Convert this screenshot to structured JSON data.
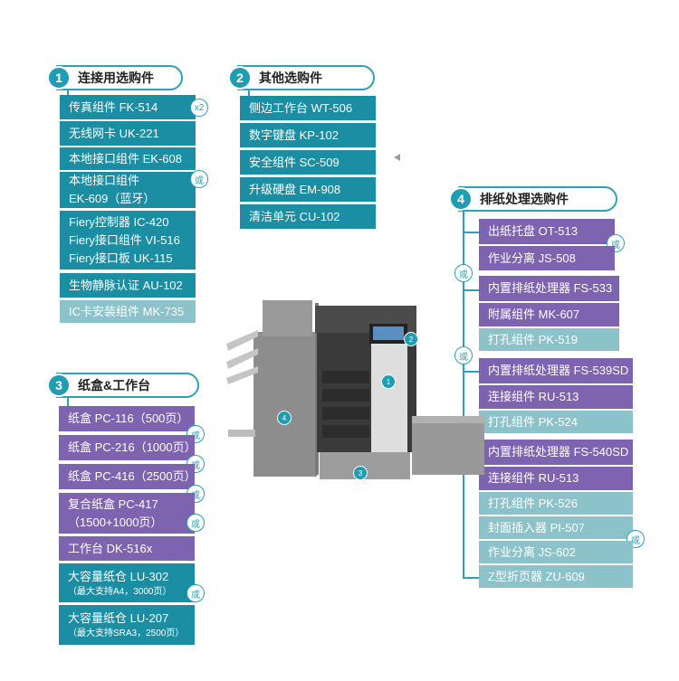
{
  "groups": {
    "g1": {
      "num": "1",
      "title": "连接用选购件",
      "items": [
        "传真组件  FK-514",
        "无线网卡  UK-221",
        "本地接口组件  EK-608",
        "本地接口组件",
        "EK-609（蓝牙）",
        "Fiery控制器  IC-420",
        "Fiery接口组件  VI-516",
        "Fiery接口板  UK-115",
        "生物静脉认证  AU-102",
        "IC卡安装组件  MK-735"
      ],
      "x2": "x2"
    },
    "g2": {
      "num": "2",
      "title": "其他选购件",
      "items": [
        "侧边工作台  WT-506",
        "数字键盘  KP-102",
        "安全组件  SC-509",
        "升级硬盘  EM-908",
        "清洁单元  CU-102"
      ]
    },
    "g3": {
      "num": "3",
      "title": "纸盒&工作台",
      "items": [
        "纸盒  PC-116（500页）",
        "纸盒  PC-216（1000页）",
        "纸盒  PC-416（2500页）",
        "复合纸盒  PC-417",
        "（1500+1000页）",
        "工作台  DK-516x",
        "大容量纸仓  LU-302",
        "（最大支持A4，3000页）",
        "大容量纸仓  LU-207",
        "（最大支持SRA3，2500页）"
      ]
    },
    "g4": {
      "num": "4",
      "title": "排纸处理选购件",
      "items": [
        "出纸托盘  OT-513",
        "作业分离  JS-508",
        "内置排纸处理器 FS-533",
        "附属组件  MK-607",
        "打孔组件  PK-519",
        "内置排纸处理器 FS-539SD",
        "连接组件  RU-513",
        "打孔组件  PK-524",
        "内置排纸处理器 FS-540SD",
        "连接组件  RU-513",
        "打孔组件  PK-526",
        "封面插入器  PI-507",
        "作业分离  JS-602",
        "Z型折页器  ZU-609"
      ]
    }
  },
  "or_label": "或",
  "badges": [
    "1",
    "2",
    "3",
    "4"
  ],
  "colors": {
    "teal": "#1b8ea3",
    "light_teal": "#8cc3cb",
    "purple": "#7e63b0",
    "line": "#2aa3b8"
  }
}
